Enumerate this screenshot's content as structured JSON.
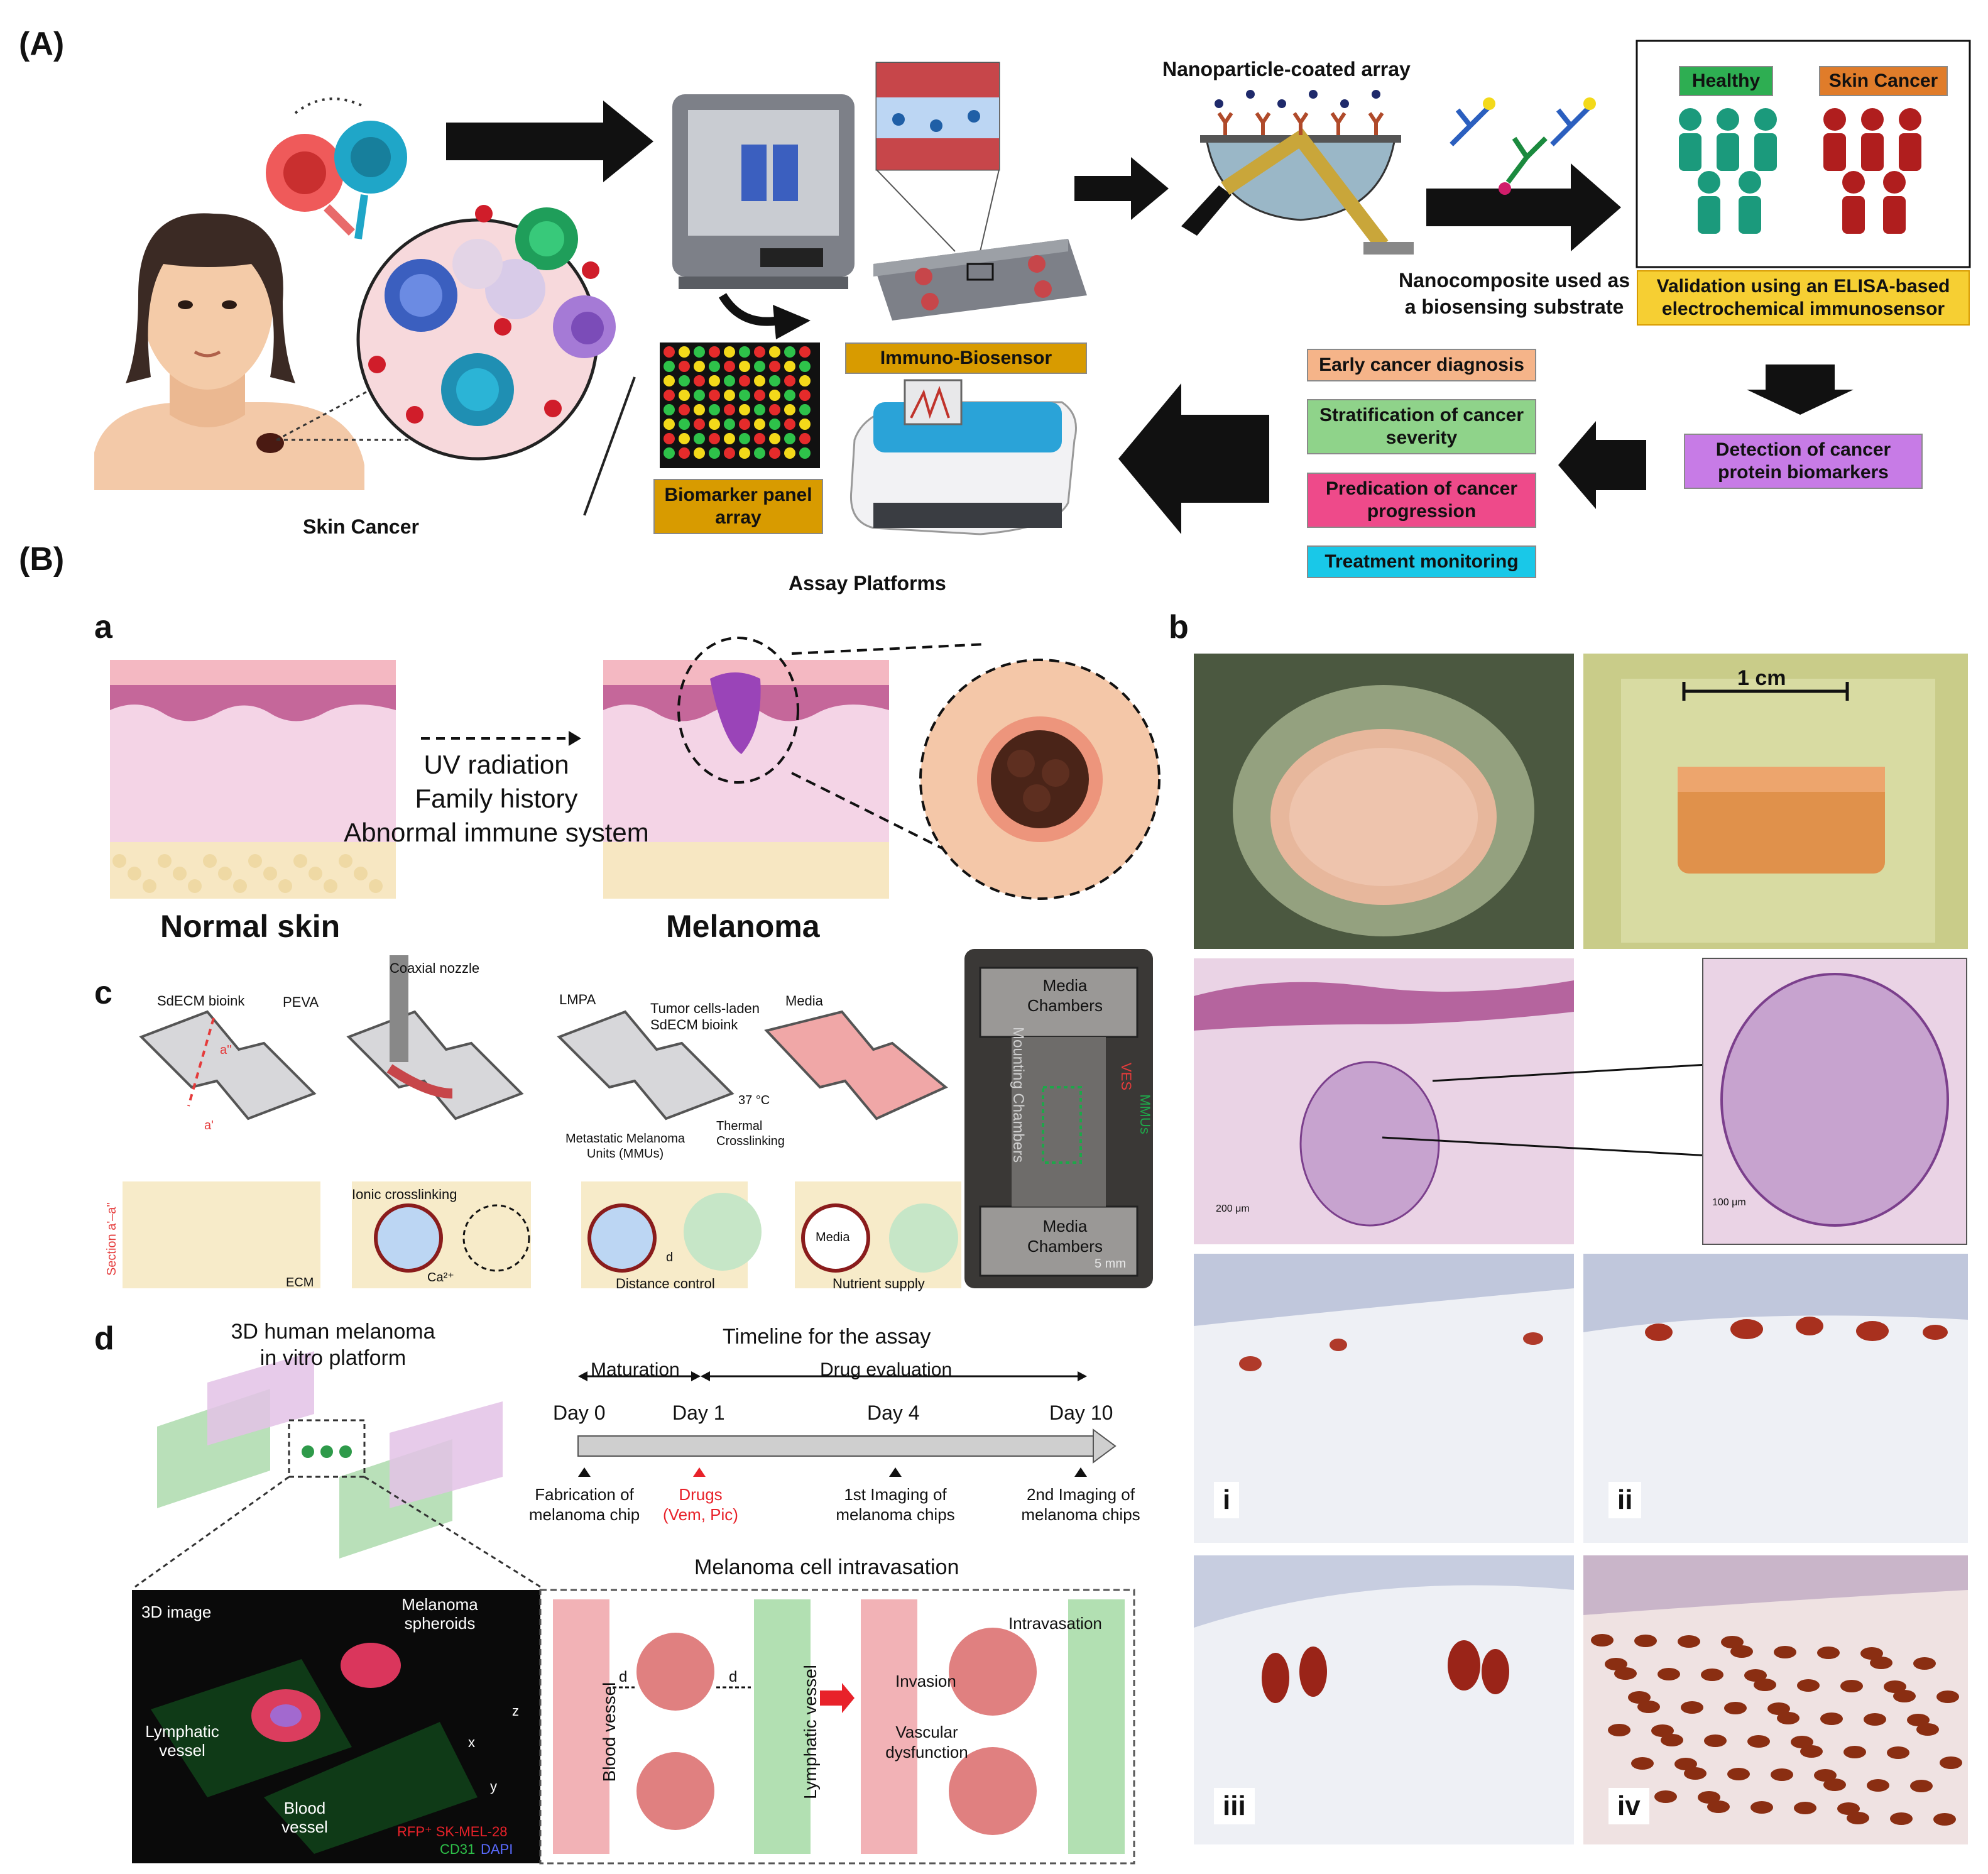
{
  "panel_A": {
    "label": "(A)",
    "skin_cancer_caption": "Skin Cancer",
    "nanoparticle_title": "Nanoparticle-coated array",
    "nanocomposite_caption": "Nanocomposite used as a biosensing substrate",
    "healthy_label": "Healthy",
    "skin_cancer_label": "Skin Cancer",
    "validation_label": "Validation using an ELISA-based electrochemical immunosensor",
    "immuno_biosensor_label": "Immuno-Biosensor",
    "biomarker_panel_label": "Biomarker panel array",
    "assay_platforms_caption": "Assay Platforms",
    "detection_label": "Detection of cancer protein biomarkers",
    "applications": [
      "Early cancer diagnosis",
      "Stratification of cancer severity",
      "Predication of cancer progression",
      "Treatment monitoring"
    ],
    "colors": {
      "healthy": "#1b9a7c",
      "cancer": "#b01e1e",
      "gold": "#d89b00",
      "purple": "#c77be6",
      "orange": "#f5b489",
      "green": "#8fd38a",
      "pink": "#ee4a8a",
      "cyan": "#19c8e8"
    }
  },
  "panel_B": {
    "label": "(B)",
    "sub_a": {
      "letter": "a",
      "arrow_text": [
        "UV radiation",
        "Family history",
        "Abnormal immune system"
      ],
      "normal_caption": "Normal skin",
      "melanoma_caption": "Melanoma"
    },
    "sub_b": {
      "letter": "b",
      "scale_label": "1 cm",
      "scale_200": "200 μm",
      "scale_100": "100 μm",
      "roman": [
        "i",
        "ii",
        "iii",
        "iv"
      ]
    },
    "sub_c": {
      "letter": "c",
      "labels": {
        "sdecm": "SdECM bioink",
        "peva": "PEVA",
        "coaxial": "Coaxial nozzle",
        "lmpa": "LMPA",
        "tumor": "Tumor cells-laden SdECM bioink",
        "media": "Media",
        "temp": "37 °C",
        "thermal": "Thermal Crosslinking",
        "mmus": "Metastatic Melanoma Units (MMUs)",
        "a_prime": "a'",
        "a_dprime": "a''",
        "section": "Section a'–a''",
        "ecm": "ECM",
        "ionic": "Ionic crosslinking",
        "ca": "Ca²⁺",
        "d": "d",
        "distance": "Distance control",
        "media_circle": "Media",
        "nutrient": "Nutrient supply",
        "media_chambers_top": "Media Chambers",
        "media_chambers_bottom": "Media Chambers",
        "mounting": "Mounting Chambers",
        "ves": "VES",
        "mmus_short": "MMUs",
        "scale": "5 mm"
      }
    },
    "sub_d": {
      "letter": "d",
      "platform_title": [
        "3D human melanoma",
        "in vitro platform"
      ],
      "timeline_title": "Timeline for the assay",
      "maturation": "Maturation",
      "drug_eval": "Drug evaluation",
      "days": [
        "Day 0",
        "Day 1",
        "Day 4",
        "Day 10"
      ],
      "events": [
        {
          "line1": "Fabrication of",
          "line2": "melanoma chip",
          "red": false
        },
        {
          "line1": "Drugs",
          "line2": "(Vem, Pic)",
          "red": true
        },
        {
          "line1": "1st Imaging of",
          "line2": "melanoma chips",
          "red": false
        },
        {
          "line1": "2nd Imaging of",
          "line2": "melanoma chips",
          "red": false
        }
      ],
      "image_3d": "3D image",
      "melanoma_spheroids": [
        "Melanoma",
        "spheroids"
      ],
      "lymphatic_vessel": [
        "Lymphatic",
        "vessel"
      ],
      "blood_vessel": [
        "Blood",
        "vessel"
      ],
      "legend_line1": "RFP⁺ SK-MEL-28",
      "legend_cd31": "CD31",
      "legend_dapi": "DAPI",
      "axes": [
        "z",
        "x",
        "y"
      ],
      "intravasation_title": "Melanoma cell intravasation",
      "blood_vessel_vertical": "Blood vessel",
      "lymphatic_vessel_vertical": "Lymphatic vessel",
      "d_label": "d",
      "invasion": "Invasion",
      "vascular_dysfunction": [
        "Vascular",
        "dysfunction"
      ],
      "intravasation": "Intravasation"
    }
  }
}
